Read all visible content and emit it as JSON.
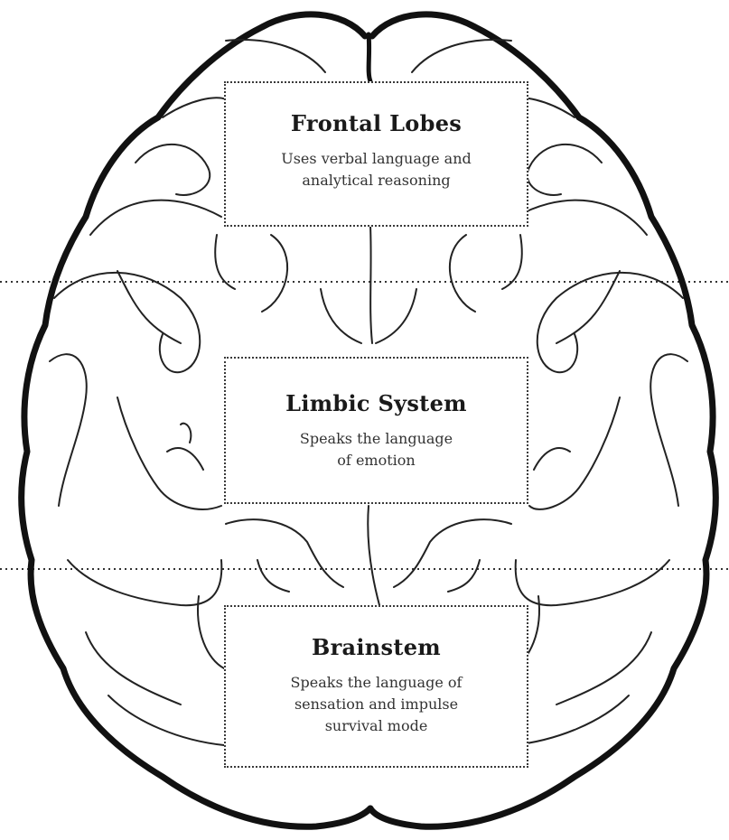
{
  "diagram": {
    "regions": [
      {
        "id": "frontal-lobes",
        "title": "Frontal Lobes",
        "description_lines": [
          "Uses verbal language and",
          "analytical reasoning"
        ]
      },
      {
        "id": "limbic-system",
        "title": "Limbic System",
        "description_lines": [
          "Speaks the language",
          "of emotion"
        ]
      },
      {
        "id": "brainstem",
        "title": "Brainstem",
        "description_lines": [
          "Speaks the language of",
          "sensation and impulse",
          "survival mode"
        ]
      }
    ]
  }
}
